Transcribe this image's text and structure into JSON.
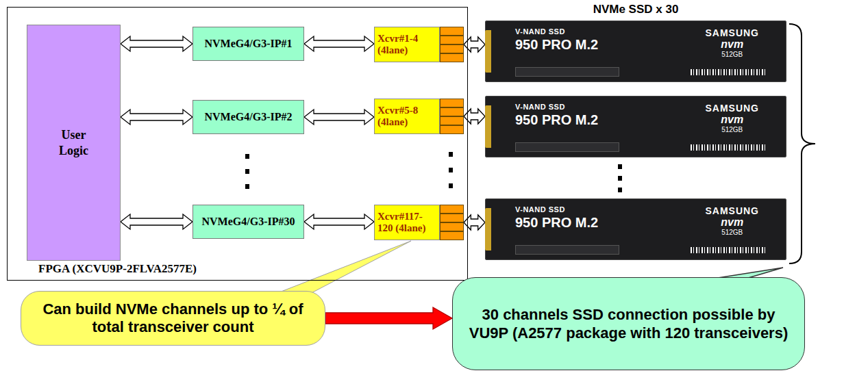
{
  "diagram": {
    "nodes": [
      {
        "text": [
          "FPGA (XCVU9P-2FLVA2577E)"
        ]
      },
      {
        "text": [
          "User Logic"
        ],
        "in": 0
      },
      {
        "text": [
          "NVMeG4/G3-IP#1"
        ],
        "in": 0
      },
      {
        "text": [
          "Xcvr#1-4 (4lane)"
        ],
        "in": 0
      },
      {
        "text": [
          "V-NAND SSD",
          "950 PRO M.2",
          "SAMSUNG",
          "nvm",
          "512GB"
        ]
      },
      {
        "text": [
          "NVMeG4/G3-IP#2"
        ],
        "in": 0
      },
      {
        "text": [
          "Xcvr#5-8 (4lane)"
        ],
        "in": 0
      },
      {
        "text": [
          "V-NAND SSD",
          "950 PRO M.2",
          "SAMSUNG",
          "nvm",
          "512GB"
        ]
      },
      {
        "text": [
          "NVMeG4/G3-IP#30"
        ],
        "in": 0
      },
      {
        "text": [
          "Xcvr#117-120 (4lane)"
        ],
        "in": 0
      },
      {
        "text": [
          "V-NAND SSD",
          "950 PRO M.2",
          "SAMSUNG",
          "nvm",
          "512GB"
        ]
      },
      {
        "text": [
          "Can build NVMe channels up to ¼ of total transceiver count"
        ]
      },
      {
        "text": [
          "30 channels SSD connection possible by VU9P (A2577 package with 120 transceivers)"
        ]
      }
    ],
    "edges": [
      {
        "from": 1,
        "to": 2,
        "arrow": "both"
      },
      {
        "from": 2,
        "to": 3,
        "arrow": "both"
      },
      {
        "from": 3,
        "to": 4,
        "arrow": "both"
      },
      {
        "from": 1,
        "to": 5,
        "arrow": "both"
      },
      {
        "from": 5,
        "to": 6,
        "arrow": "both"
      },
      {
        "from": 6,
        "to": 7,
        "arrow": "both"
      },
      {
        "from": 1,
        "to": 8,
        "arrow": "both"
      },
      {
        "from": 8,
        "to": 9,
        "arrow": "both"
      },
      {
        "from": 9,
        "to": 10,
        "arrow": "both"
      },
      {
        "from": 11,
        "to": 12,
        "arrow": "to"
      }
    ],
    "labels": [
      "NVMe SSD x 30"
    ]
  }
}
